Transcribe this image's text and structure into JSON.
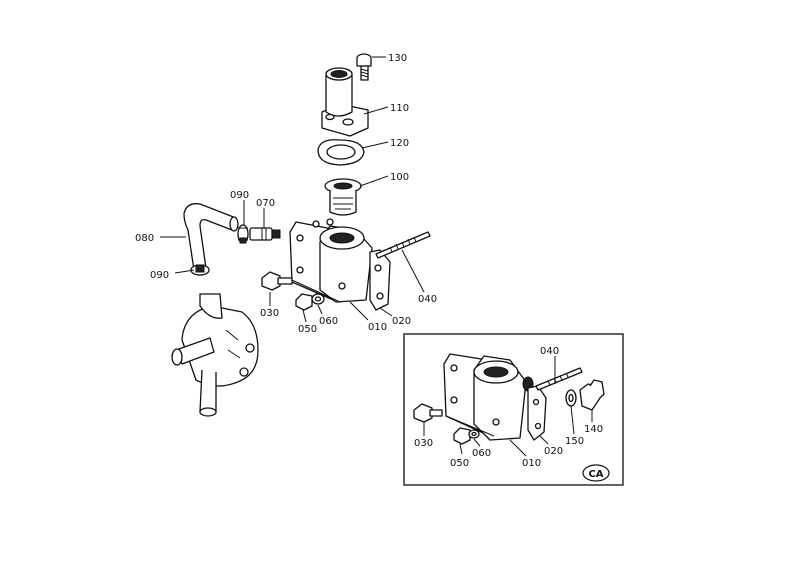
{
  "main_labels": [
    "130",
    "110",
    "120",
    "100",
    "090",
    "070",
    "080",
    "090",
    "030",
    "050",
    "060",
    "010",
    "020",
    "040"
  ],
  "inset_labels": [
    "040",
    "030",
    "050",
    "060",
    "010",
    "020",
    "150",
    "140"
  ],
  "inset_badge": "CA"
}
